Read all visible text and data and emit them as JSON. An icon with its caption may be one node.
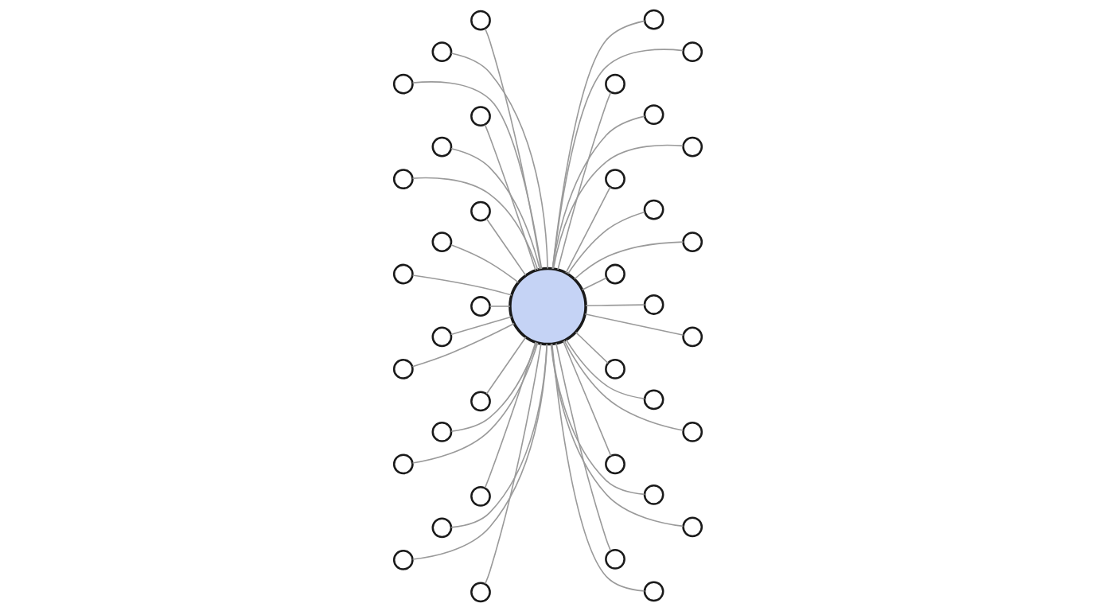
{
  "diagram": {
    "nodes": [
      {
        "text": [],
        "shape": "circle"
      },
      {
        "text": [],
        "shape": "circle"
      },
      {
        "text": [],
        "shape": "circle"
      },
      {
        "text": [],
        "shape": "circle"
      },
      {
        "text": [],
        "shape": "circle"
      },
      {
        "text": [],
        "shape": "circle"
      },
      {
        "text": [],
        "shape": "circle"
      },
      {
        "text": [],
        "shape": "circle"
      },
      {
        "text": [],
        "shape": "circle"
      },
      {
        "text": [],
        "shape": "circle"
      },
      {
        "text": [],
        "shape": "circle"
      },
      {
        "text": [],
        "shape": "circle"
      },
      {
        "text": [],
        "shape": "circle"
      },
      {
        "text": [],
        "shape": "circle"
      },
      {
        "text": [],
        "shape": "circle"
      },
      {
        "text": [],
        "shape": "circle"
      },
      {
        "text": [],
        "shape": "circle"
      },
      {
        "text": [],
        "shape": "circle"
      },
      {
        "text": [],
        "shape": "circle"
      },
      {
        "text": [],
        "shape": "circle"
      },
      {
        "text": [],
        "shape": "circle"
      },
      {
        "text": [],
        "shape": "circle"
      },
      {
        "text": [],
        "shape": "circle"
      },
      {
        "text": [],
        "shape": "circle"
      },
      {
        "text": [],
        "shape": "circle"
      },
      {
        "text": [],
        "shape": "circle"
      },
      {
        "text": [],
        "shape": "circle"
      },
      {
        "text": [],
        "shape": "circle"
      },
      {
        "text": [],
        "shape": "circle"
      },
      {
        "text": [],
        "shape": "circle"
      },
      {
        "text": [],
        "shape": "circle"
      },
      {
        "text": [],
        "shape": "circle"
      },
      {
        "text": [],
        "shape": "circle"
      },
      {
        "text": [],
        "shape": "circle"
      },
      {
        "text": [],
        "shape": "circle"
      },
      {
        "text": [],
        "shape": "circle"
      },
      {
        "text": [],
        "shape": "circle"
      },
      {
        "text": [],
        "shape": "circle"
      },
      {
        "text": [],
        "shape": "circle"
      }
    ],
    "edges": [
      {
        "from": 1,
        "to": 0,
        "arrow": "none"
      },
      {
        "from": 2,
        "to": 0,
        "arrow": "none"
      },
      {
        "from": 3,
        "to": 0,
        "arrow": "none"
      },
      {
        "from": 4,
        "to": 0,
        "arrow": "none"
      },
      {
        "from": 5,
        "to": 0,
        "arrow": "none"
      },
      {
        "from": 6,
        "to": 0,
        "arrow": "none"
      },
      {
        "from": 7,
        "to": 0,
        "arrow": "none"
      },
      {
        "from": 8,
        "to": 0,
        "arrow": "none"
      },
      {
        "from": 9,
        "to": 0,
        "arrow": "none"
      },
      {
        "from": 10,
        "to": 0,
        "arrow": "none"
      },
      {
        "from": 11,
        "to": 0,
        "arrow": "none"
      },
      {
        "from": 12,
        "to": 0,
        "arrow": "none"
      },
      {
        "from": 13,
        "to": 0,
        "arrow": "none"
      },
      {
        "from": 14,
        "to": 0,
        "arrow": "none"
      },
      {
        "from": 15,
        "to": 0,
        "arrow": "none"
      },
      {
        "from": 16,
        "to": 0,
        "arrow": "none"
      },
      {
        "from": 17,
        "to": 0,
        "arrow": "none"
      },
      {
        "from": 18,
        "to": 0,
        "arrow": "none"
      },
      {
        "from": 19,
        "to": 0,
        "arrow": "none"
      },
      {
        "from": 0,
        "to": 20,
        "arrow": "none"
      },
      {
        "from": 0,
        "to": 21,
        "arrow": "none"
      },
      {
        "from": 0,
        "to": 22,
        "arrow": "none"
      },
      {
        "from": 0,
        "to": 23,
        "arrow": "none"
      },
      {
        "from": 0,
        "to": 24,
        "arrow": "none"
      },
      {
        "from": 0,
        "to": 25,
        "arrow": "none"
      },
      {
        "from": 0,
        "to": 26,
        "arrow": "none"
      },
      {
        "from": 0,
        "to": 27,
        "arrow": "none"
      },
      {
        "from": 0,
        "to": 28,
        "arrow": "none"
      },
      {
        "from": 0,
        "to": 29,
        "arrow": "none"
      },
      {
        "from": 0,
        "to": 30,
        "arrow": "none"
      },
      {
        "from": 0,
        "to": 31,
        "arrow": "none"
      },
      {
        "from": 0,
        "to": 32,
        "arrow": "none"
      },
      {
        "from": 0,
        "to": 33,
        "arrow": "none"
      },
      {
        "from": 0,
        "to": 34,
        "arrow": "none"
      },
      {
        "from": 0,
        "to": 35,
        "arrow": "none"
      },
      {
        "from": 0,
        "to": 36,
        "arrow": "none"
      },
      {
        "from": 0,
        "to": 37,
        "arrow": "none"
      },
      {
        "from": 0,
        "to": 38,
        "arrow": "none"
      }
    ]
  }
}
